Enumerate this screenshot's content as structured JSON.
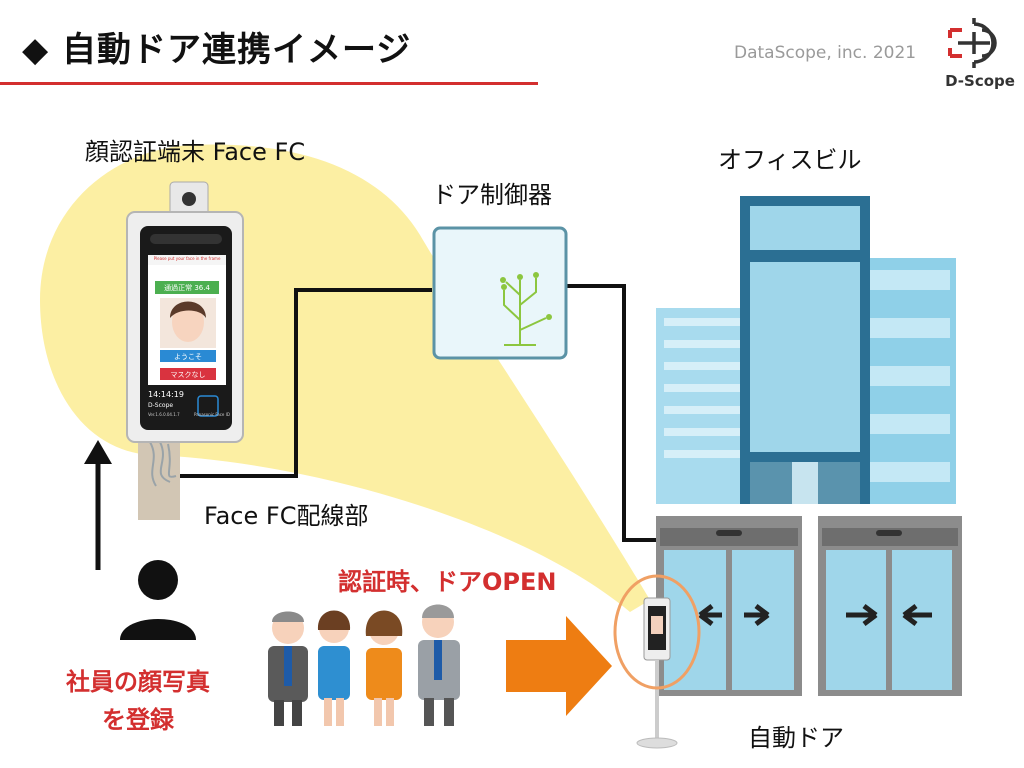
{
  "header": {
    "title": "◆ 自動ドア連携イメージ",
    "copyright": "DataScope, inc. 2021",
    "logo_text": "D-Scope"
  },
  "labels": {
    "device": "顔認証端末 Face FC",
    "controller": "ドア制御器",
    "building": "オフィスビル",
    "wiring": "Face FC配線部",
    "open": "認証時、ドアOPEN",
    "register_line1": "社員の顔写真",
    "register_line2": "を登録",
    "auto_door": "自動ドア"
  },
  "device_screen": {
    "top_notice": "Please put your face in the frame",
    "temp": "通過正常 36.4",
    "welcome": "ようこそ",
    "mask": "マスクなし",
    "time": "14:14:19",
    "brand": "D-Scope",
    "version": "Ver.1.6.0.04.1.7",
    "footer": "Panasonic Face ID"
  },
  "colors": {
    "accent_red": "#d32f2f",
    "beam_yellow": "#fcefa3",
    "controller_border": "#5b93a6",
    "controller_fill": "#e9f6fa",
    "circuit_green": "#8cc63f",
    "glass_blue": "#9fd6ea",
    "orange_arrow": "#ee7d12",
    "highlight_ring": "#f0a064"
  }
}
